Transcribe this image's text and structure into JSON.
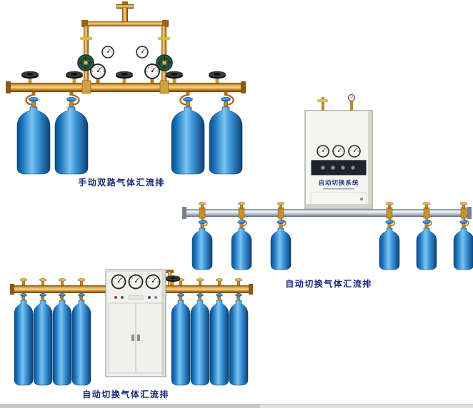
{
  "page": {
    "background": "#ffffff"
  },
  "colors": {
    "label_text": "#182878",
    "cylinder_blue": "#2a8fd8",
    "brass_pipe": "#d89c3e",
    "silver_pipe": "#cdd6de",
    "cabinet_body": "#f3f4ef",
    "control_panel_dark": "#1d2430"
  },
  "products": [
    {
      "name": "manual-dual-line-gas-manifold",
      "label": "手动双路气体汇流排",
      "cylinder_count": 4,
      "pressure_gauge_count": 4,
      "handwheel_count": 5
    },
    {
      "name": "auto-switch-gas-manifold-wall-cabinet",
      "label": "自动切换气体汇流排",
      "cabinet_title": "自动切换系统",
      "cylinder_count": 6,
      "pressure_gauge_count": 3
    },
    {
      "name": "auto-switch-gas-manifold-floor-cabinet",
      "label": "自动切换气体汇流排",
      "cylinder_count": 8,
      "pressure_gauge_count": 3
    }
  ]
}
